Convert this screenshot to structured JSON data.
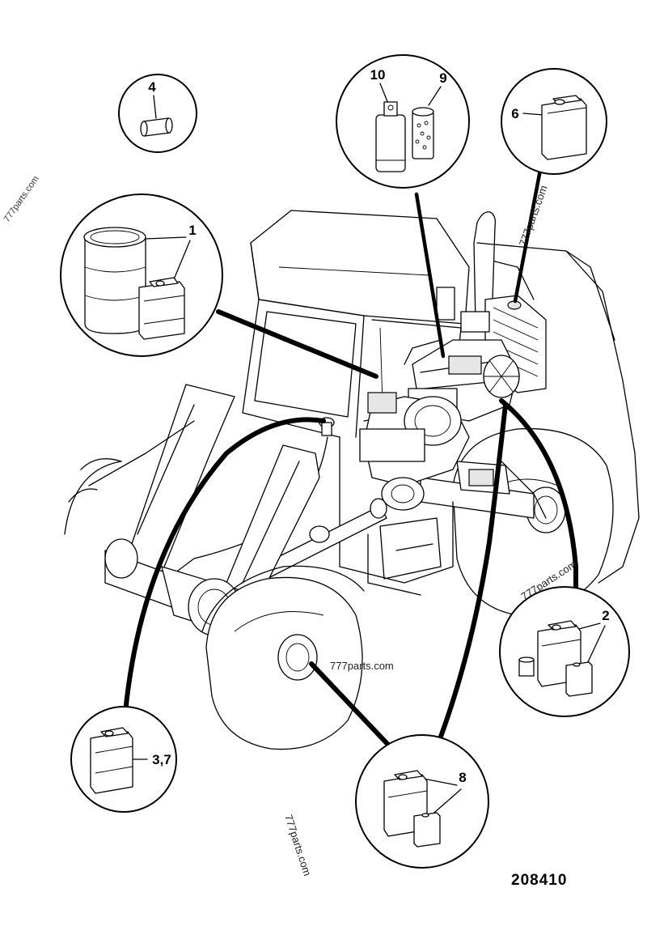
{
  "callouts": {
    "c1": "1",
    "c2": "2",
    "c37": "3,7",
    "c4": "4",
    "c6": "6",
    "c8": "8",
    "c9": "9",
    "c10": "10"
  },
  "watermarks": {
    "w1": "777parts.com",
    "w2": "777parts.com",
    "w3": "777parts.com",
    "w4": "777parts.com",
    "w5": "777parts.com"
  },
  "drawing_number": "208410"
}
